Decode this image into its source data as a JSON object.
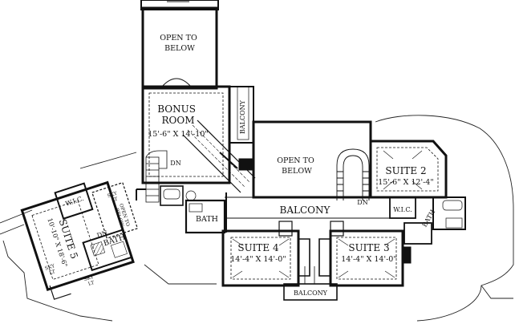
{
  "plan": {
    "labels": {
      "open_below_top": [
        "OPEN TO",
        "BELOW"
      ],
      "open_below_mid": [
        "OPEN TO",
        "BELOW"
      ],
      "bonus": [
        "BONUS",
        "ROOM",
        "15'-6\" X 14'-10\""
      ],
      "balcony_vertical": "BALCONY",
      "balcony_main": "BALCONY",
      "balcony_bottom": "BALCONY",
      "suite2": [
        "SUITE 2",
        "15'-6\" X 12'-4\""
      ],
      "suite3": [
        "SUITE 3",
        "14'-4\" X 14'-0\""
      ],
      "suite4": [
        "SUITE 4",
        "14'-4\" X 14'-0\""
      ],
      "suite5": [
        "SUITE 5",
        "10'-10\" X 18'-6\""
      ],
      "bath_left": "BATH",
      "bath_right": "BATH",
      "bath_s5": "BATH",
      "wic_s2": "W.I.C.",
      "wic_s5": "W.I.C.",
      "dn_bonus": "DN",
      "dn_stair": "DN",
      "dn_s5": "DN",
      "skylight_a": [
        "SKY",
        "LT"
      ],
      "skylight_b": [
        "SKY",
        "LT"
      ],
      "skylight_c": [
        "SKY",
        "LT"
      ],
      "open_below_small": [
        "OPEN TO",
        "BELOW"
      ]
    }
  }
}
